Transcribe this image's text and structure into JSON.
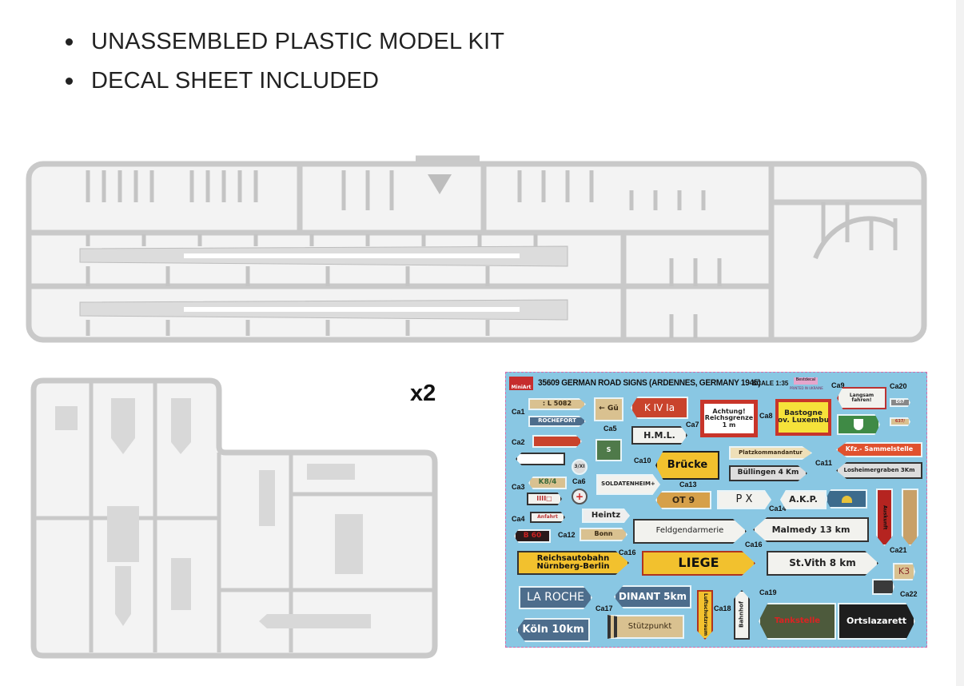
{
  "features": [
    "UNASSEMBLED PLASTIC MODEL KIT",
    "DECAL SHEET INCLUDED"
  ],
  "sprue_multiplier": "x2",
  "decal_sheet": {
    "brand": "MiniArt",
    "title": "35609 GERMAN ROAD SIGNS (ARDENNES, GERMANY 1945)",
    "scale": "SCALE 1:35",
    "printer_logo": "Bestdecal",
    "printed_in": "PRINTED IN UKRAINE",
    "labels": [
      "Ca1",
      "Ca2",
      "Ca3",
      "Ca4",
      "Ca5",
      "Ca6",
      "Ca7",
      "Ca8",
      "Ca9",
      "Ca10",
      "Ca11",
      "Ca12",
      "Ca13",
      "Ca14",
      "Ca16",
      "Ca16",
      "Ca17",
      "Ca18",
      "Ca19",
      "Ca20",
      "Ca21",
      "Ca22"
    ],
    "signs": [
      ": L 5082",
      "ROCHEFORT",
      "K8/4",
      "IIII□",
      "Anfahrt",
      "B 60",
      "Reichsautobahn\nNürnberg-Berlin",
      "LA ROCHE",
      "Köln 10km",
      "← Gü",
      "S",
      "3/XI",
      "+",
      "Heintz",
      "Bonn",
      "K IV Ia",
      "H.M.L.",
      "SOLDATENHEIM+",
      "Brücke",
      "OT 9",
      "Achtung!\nReichsgrenze\n1 m",
      "Bastogne\nProv. Luxemburg",
      "Platzkommandantur",
      "Büllingen 4 Km",
      "P X",
      "A.K.P.",
      "Feldgendarmerie",
      "Malmedy 13 km",
      "LIEGE",
      "St.Vith  8 km",
      "DINANT 5km",
      "Stützpunkt",
      "Luftschutzraum",
      "Bahnhof",
      "Tankstelle",
      "Ortslazarett",
      "Langsam\nfahren!",
      "Kfz.- Sammelstelle",
      "Losheimergraben 3Km",
      "Auskunft",
      "K3",
      "D57",
      "637/"
    ],
    "colors": {
      "background": "#89c7e3",
      "border": "#d66aa8"
    }
  }
}
